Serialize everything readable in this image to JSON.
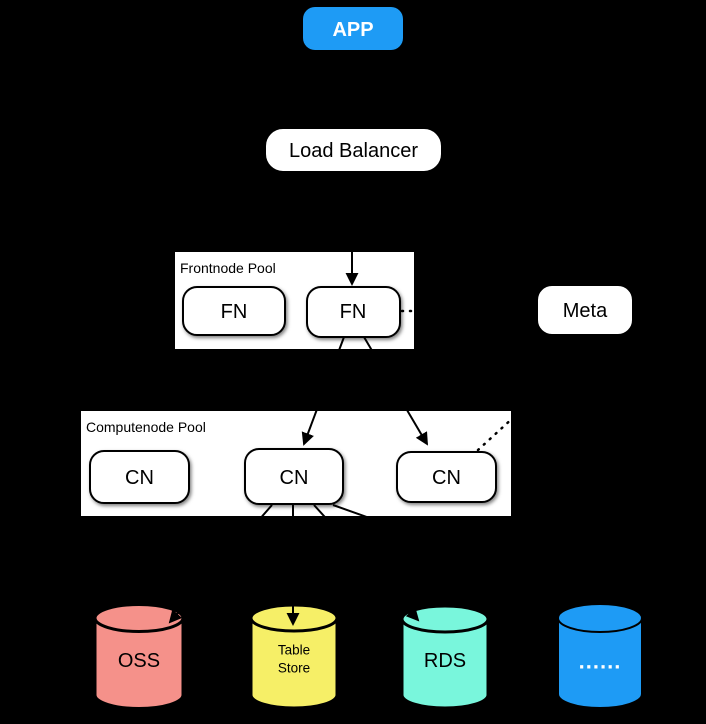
{
  "diagram": {
    "app": {
      "label": "APP",
      "fill": "#1E9BF5",
      "text_color": "#FFFFFF"
    },
    "load_balancer": {
      "label": "Load Balancer"
    },
    "meta": {
      "label": "Meta"
    },
    "frontnode_pool": {
      "title": "Frontnode Pool",
      "nodes": [
        "FN",
        "FN"
      ]
    },
    "computenode_pool": {
      "title": "Computenode Pool",
      "nodes": [
        "CN",
        "CN",
        "CN"
      ]
    },
    "storage": [
      {
        "label": "OSS",
        "fill": "#F5918A"
      },
      {
        "label": "Table Store",
        "line1": "Table",
        "line2": "Store",
        "fill": "#F6EF67"
      },
      {
        "label": "RDS",
        "fill": "#79F6DC"
      },
      {
        "label": "......",
        "fill": "#1E9BF5",
        "text_color": "#FFFFFF"
      }
    ],
    "colors": {
      "background": "#000000",
      "pool_fill": "#FFFFFF",
      "node_fill": "#FFFFFF",
      "stroke": "#000000"
    }
  }
}
